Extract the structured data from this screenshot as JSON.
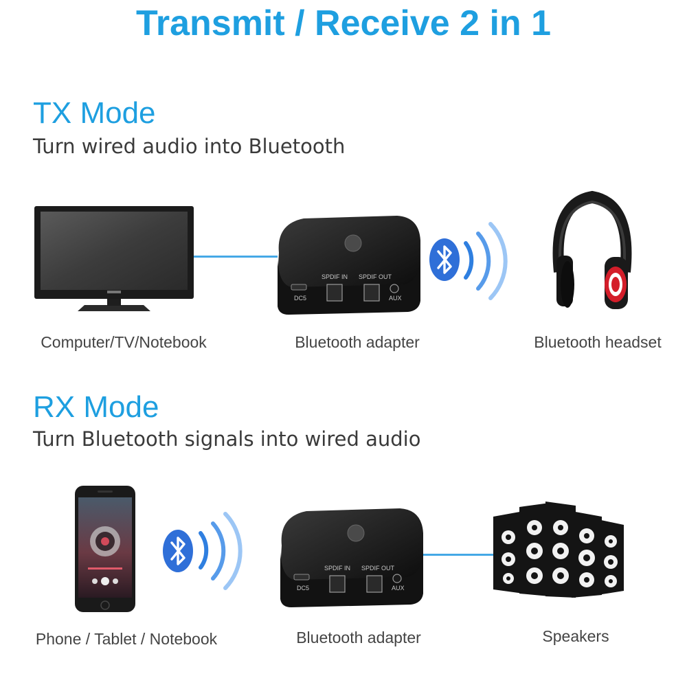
{
  "header": {
    "title": "Transmit / Receive 2 in 1"
  },
  "colors": {
    "accent": "#1e9fe0",
    "bluetooth": "#2f6fd8",
    "link": "#45a8e6",
    "text": "#444444"
  },
  "tx": {
    "title": "TX Mode",
    "subtitle": "Turn wired audio into Bluetooth",
    "source_label": "Computer/TV/Notebook",
    "adapter_label": "Bluetooth adapter",
    "target_label": "Bluetooth headset"
  },
  "rx": {
    "title": "RX Mode",
    "subtitle": "Turn Bluetooth signals into wired audio",
    "source_label": "Phone / Tablet / Notebook",
    "adapter_label": "Bluetooth adapter",
    "target_label": "Speakers"
  },
  "adapter_ports": {
    "dc": "DC5",
    "spdif_in": "SPDIF IN",
    "spdif_out": "SPDIF OUT",
    "aux": "AUX"
  },
  "icons": [
    "tv-icon",
    "bluetooth-adapter-icon",
    "bluetooth-icon",
    "wireless-waves-icon",
    "headphones-icon",
    "phone-icon",
    "speakers-icon"
  ]
}
